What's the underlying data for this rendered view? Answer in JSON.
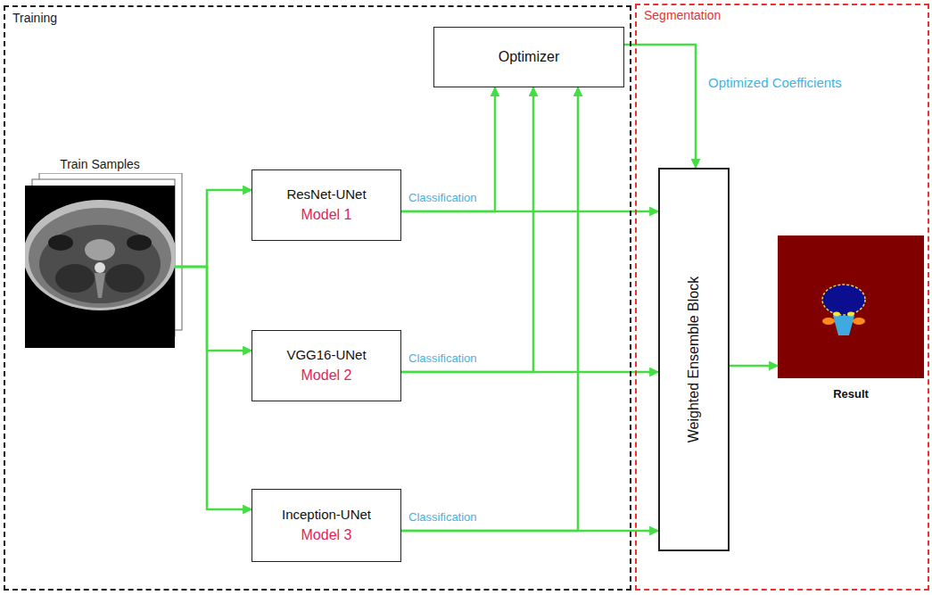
{
  "diagram": {
    "nodes": [
      {
        "text": [
          "Training"
        ]
      },
      {
        "text": [
          "Train Samples"
        ],
        "in": 0
      },
      {
        "text": [
          "ResNet-UNet",
          "Model 1"
        ],
        "in": 0
      },
      {
        "text": [
          "VGG16-UNet",
          "Model 2"
        ],
        "in": 0
      },
      {
        "text": [
          "Inception-UNet",
          "Model 3"
        ],
        "in": 0
      },
      {
        "text": [
          "Optimizer"
        ],
        "in": 0
      },
      {
        "text": [
          "Segmentation"
        ]
      },
      {
        "text": [
          "Weighted Ensemble Block"
        ],
        "in": 6
      },
      {
        "text": [
          "Result"
        ],
        "in": 6
      }
    ],
    "edges": [
      {
        "from": 1,
        "to": 2,
        "arrow": "to"
      },
      {
        "from": 1,
        "to": 3,
        "arrow": "to"
      },
      {
        "from": 1,
        "to": 4,
        "arrow": "to"
      },
      {
        "from": 2,
        "to": 7,
        "label": "Classification",
        "arrow": "to"
      },
      {
        "from": 3,
        "to": 7,
        "label": "Classification",
        "arrow": "to"
      },
      {
        "from": 4,
        "to": 7,
        "label": "Classification",
        "arrow": "to"
      },
      {
        "from": 2,
        "to": 5,
        "arrow": "to"
      },
      {
        "from": 3,
        "to": 5,
        "arrow": "to"
      },
      {
        "from": 4,
        "to": 5,
        "arrow": "to"
      },
      {
        "from": 5,
        "to": 7,
        "label": "Optimized Coefficients",
        "arrow": "to"
      },
      {
        "from": 7,
        "to": 8,
        "arrow": "to"
      }
    ]
  }
}
